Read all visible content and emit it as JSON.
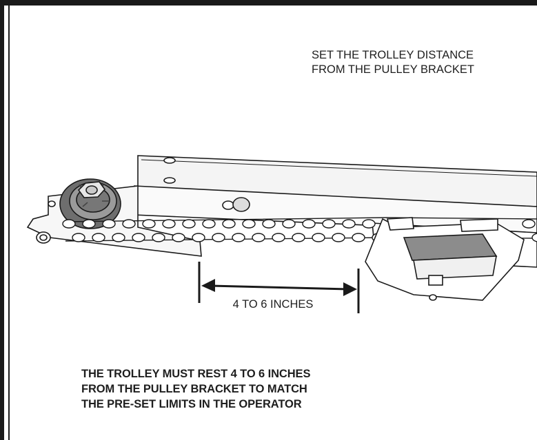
{
  "heading": "SET THE TROLLEY DISTANCE\nFROM THE PULLEY BRACKET",
  "dimension_label": "4 TO 6 INCHES",
  "note": "THE TROLLEY MUST REST 4 TO 6 INCHES\nFROM THE PULLEY BRACKET TO MATCH\nTHE PRE-SET LIMITS IN THE OPERATOR",
  "colors": {
    "line": "#1a1a1a",
    "trolley_shade": "#8c8c8c",
    "pulley": "#6e6e6e",
    "rail": "#f4f4f4"
  }
}
